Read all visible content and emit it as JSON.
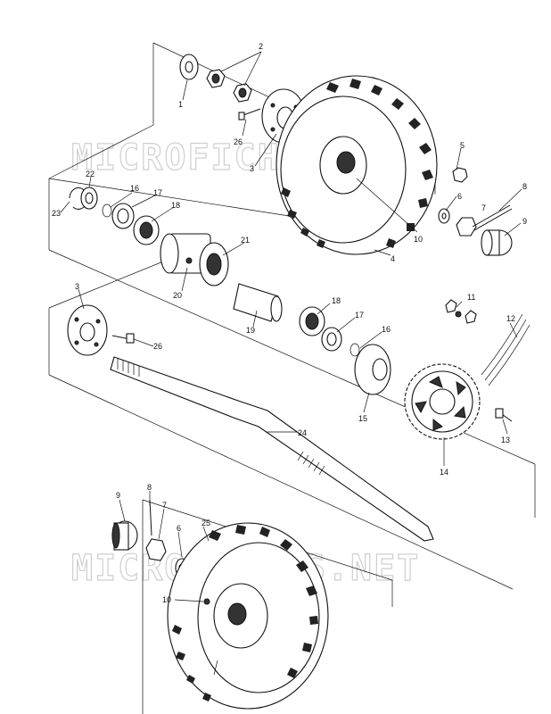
{
  "watermarks": [
    "MICROFICHES.NET",
    "MICROFICHES.NET"
  ],
  "callouts": {
    "c1": "1",
    "c2": "2",
    "c3a": "3",
    "c3b": "3",
    "c4": "4",
    "c5": "5",
    "c6a": "6",
    "c6b": "6",
    "c7a": "7",
    "c7b": "7",
    "c8a": "8",
    "c8b": "8",
    "c9a": "9",
    "c9b": "9",
    "c10a": "10",
    "c10b": "10",
    "c11": "11",
    "c12": "12",
    "c13": "13",
    "c14": "14",
    "c15": "15",
    "c16a": "16",
    "c16b": "16",
    "c17a": "17",
    "c17b": "17",
    "c18a": "18",
    "c18b": "18",
    "c19": "19",
    "c20": "20",
    "c21": "21",
    "c22": "22",
    "c23": "23",
    "c24": "24",
    "c25": "25",
    "c26a": "26",
    "c26b": "26"
  }
}
